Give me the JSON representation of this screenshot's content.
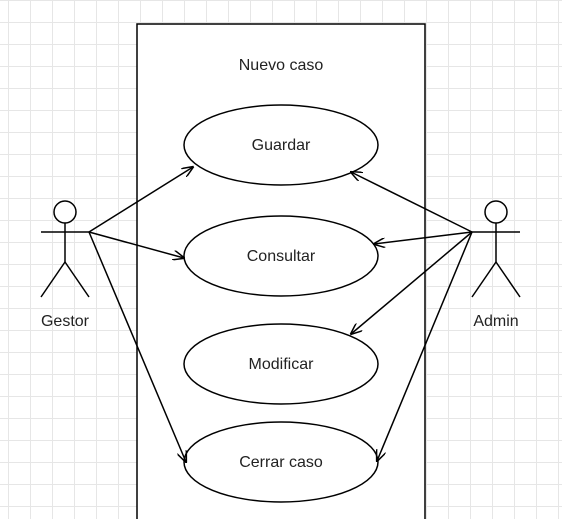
{
  "system": {
    "title": "Nuevo caso"
  },
  "actors": {
    "gestor": "Gestor",
    "admin": "Admin"
  },
  "use_cases": {
    "guardar": "Guardar",
    "consultar": "Consultar",
    "modificar": "Modificar",
    "cerrar_caso": "Cerrar caso"
  }
}
